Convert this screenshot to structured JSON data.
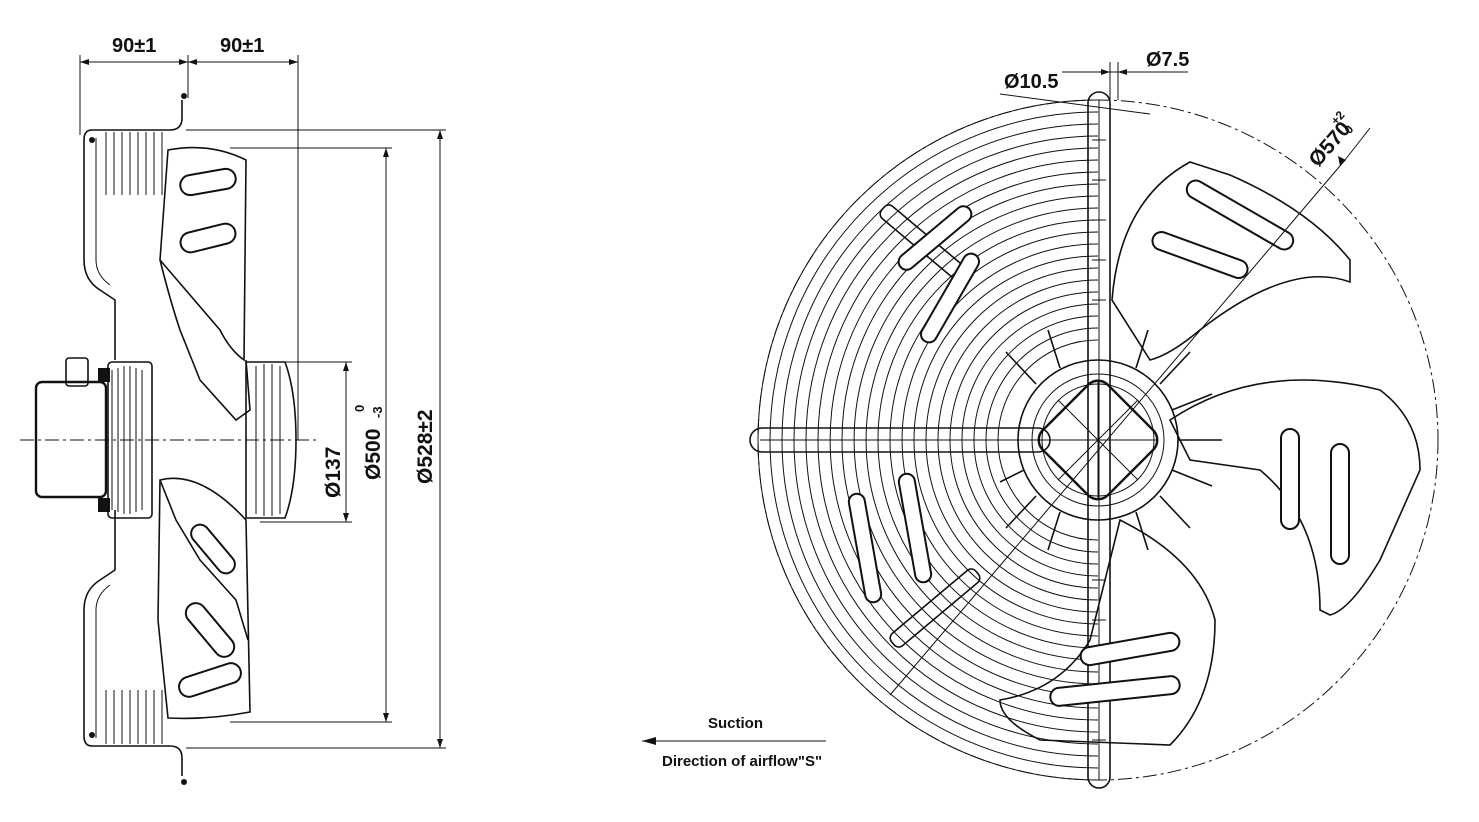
{
  "side_view": {
    "dim_top_left": "90±1",
    "dim_top_right": "90±1",
    "dim_hub": "Ø137",
    "dim_blade_main": "Ø500",
    "dim_blade_sup": "0",
    "dim_blade_sub": "-3",
    "dim_overall": "Ø528±2"
  },
  "front_view": {
    "dim_hole_outer": "Ø10.5",
    "dim_hole_inner": "Ø7.5",
    "dim_circle_main": "Ø570",
    "dim_circle_sup": "+2",
    "dim_circle_sub": "0"
  },
  "airflow": {
    "suction_label": "Suction",
    "direction_label": "Direction of airflow\"S\""
  }
}
